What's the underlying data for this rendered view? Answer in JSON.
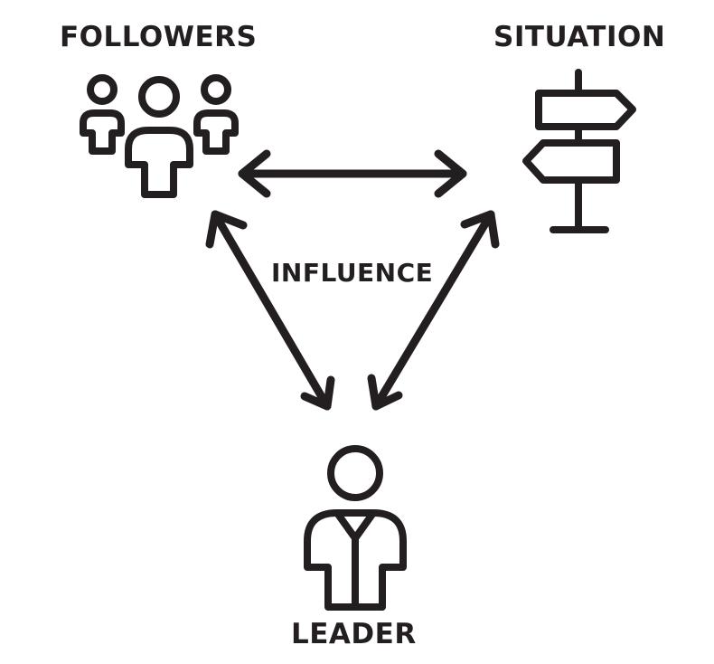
{
  "labels": {
    "followers": "FOLLOWERS",
    "situation": "SITUATION",
    "influence": "INFLUENCE",
    "leader": "LEADER"
  },
  "icons": {
    "followers": "group-of-people-icon",
    "situation": "signpost-icon",
    "leader": "person-icon"
  },
  "colors": {
    "ink": "#231f20",
    "background": "#ffffff"
  }
}
